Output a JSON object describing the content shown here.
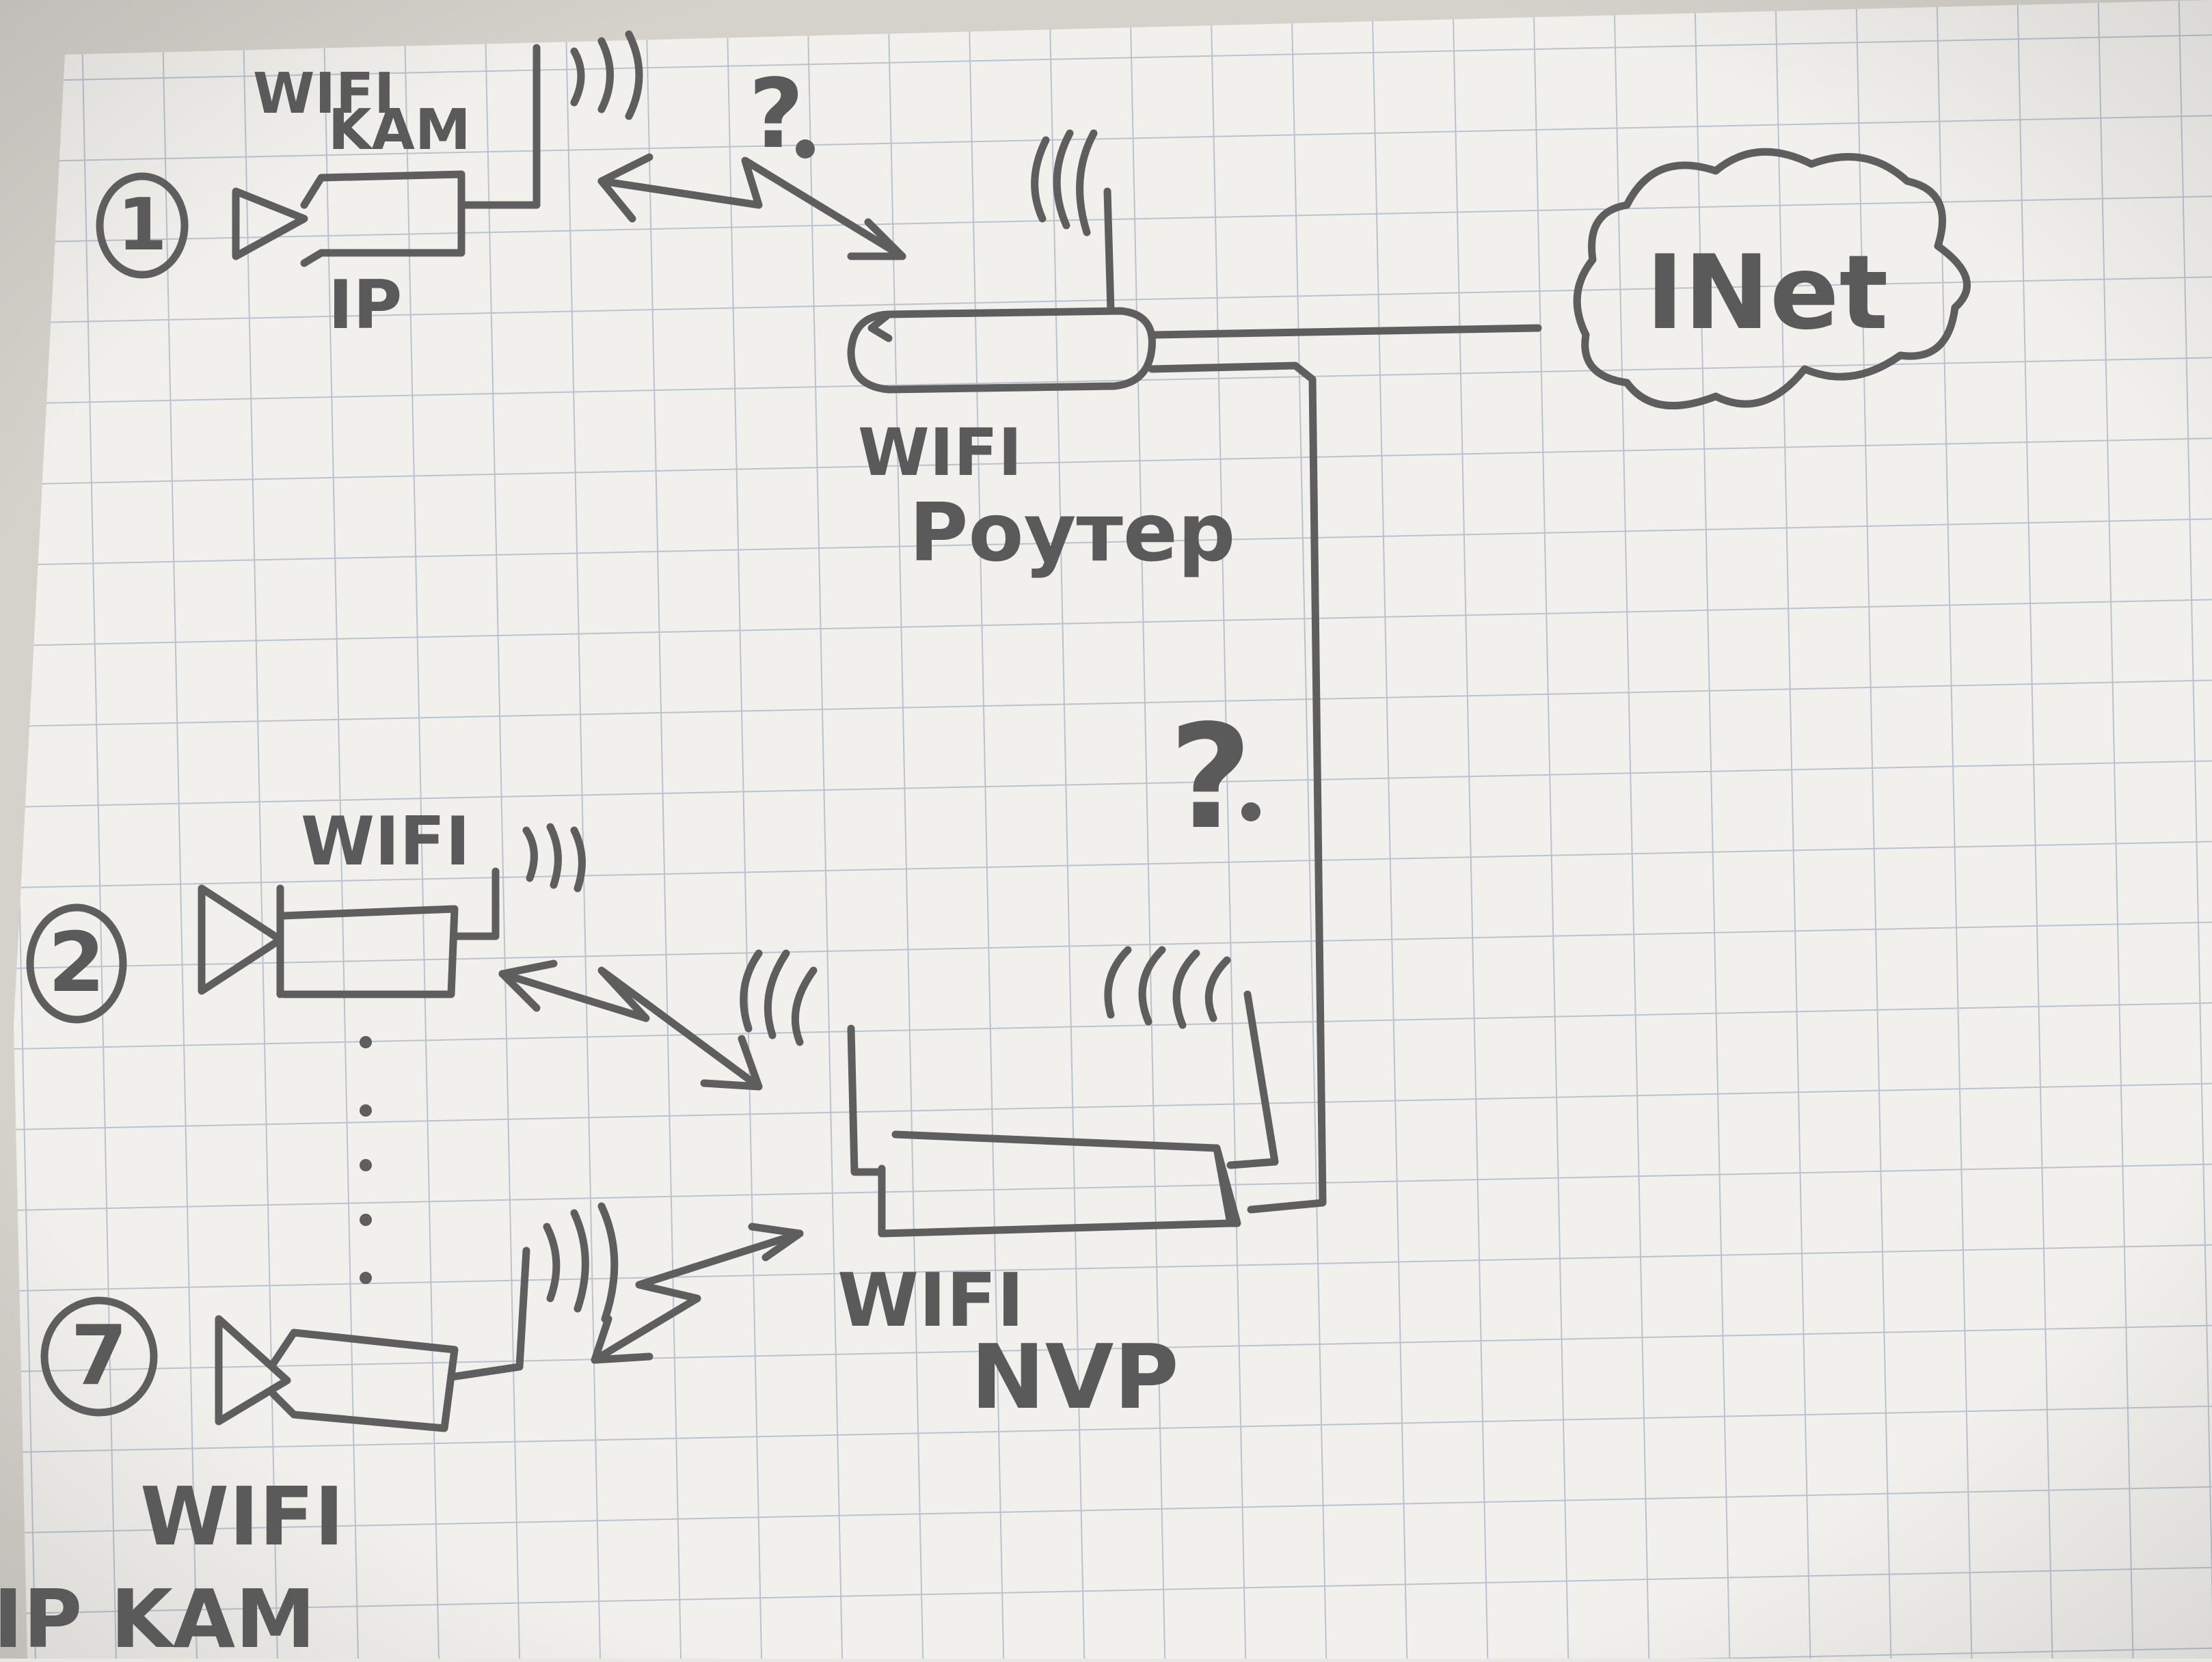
{
  "colors": {
    "paper": "#f1f0ec",
    "grid": "#b9c3cf",
    "pencil": "#5e5e5e",
    "background": "#d4d2cb"
  },
  "cameras": [
    {
      "number": "1",
      "label_lines": [
        "WIFI",
        "KAM"
      ],
      "sub_label": "IP"
    },
    {
      "number": "2",
      "label_lines": [
        "WIFI"
      ]
    },
    {
      "number": "7",
      "label_lines": [
        "WIFI",
        "IP KAM"
      ]
    }
  ],
  "router": {
    "label_lines": [
      "WIFI",
      "Роутер"
    ]
  },
  "nvr": {
    "label_lines": [
      "WIFI",
      "NVP"
    ]
  },
  "internet": {
    "label": "INet"
  },
  "question_marks": [
    "?",
    "?"
  ]
}
